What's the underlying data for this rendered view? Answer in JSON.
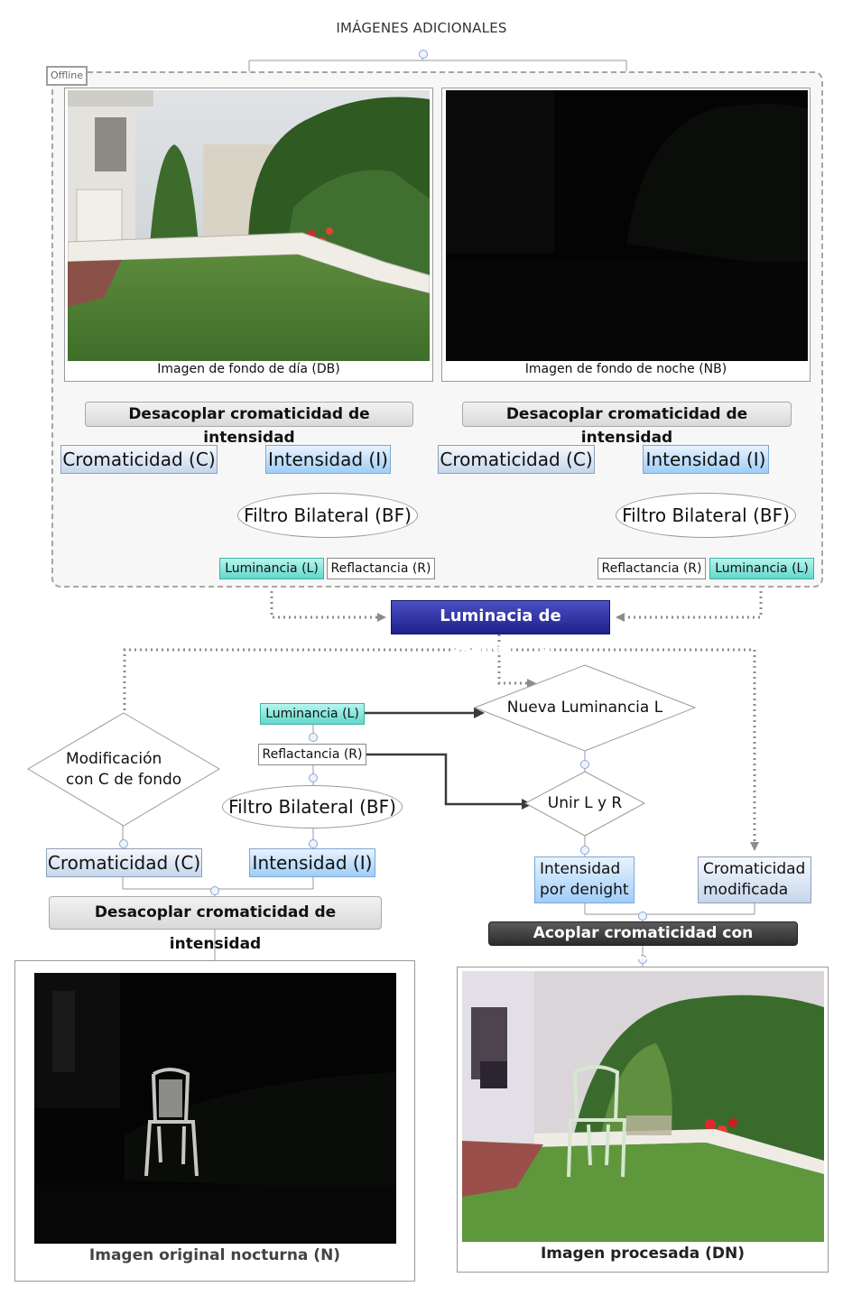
{
  "header": {
    "title": "IMÁGENES ADICIONALES"
  },
  "offline": {
    "tag": "Offline"
  },
  "day_background": {
    "caption": "Imagen de fondo de día (DB)",
    "decouple_label": "Desacoplar cromaticidad de intensidad",
    "chroma_label": "Cromaticidad (C)",
    "intensity_label": "Intensidad (I)",
    "filter_label": "Filtro Bilateral (BF)",
    "luminance_label": "Luminancia (L)",
    "reflectance_label": "Reflactancia (R)"
  },
  "night_background": {
    "caption": "Imagen de fondo de noche (NB)",
    "decouple_label": "Desacoplar cromaticidad de intensidad",
    "chroma_label": "Cromaticidad (C)",
    "intensity_label": "Intensidad (I)",
    "filter_label": "Filtro Bilateral (BF)",
    "reflectance_label": "Reflactancia (R)",
    "luminance_label": "Luminancia (L)"
  },
  "denighting": {
    "label": "Luminacia de Denigthing"
  },
  "online": {
    "modify_chroma": "Modificación con C de fondo",
    "luminance_label": "Luminancia (L)",
    "reflectance_label": "Reflactancia (R)",
    "filter_label": "Filtro Bilateral (BF)",
    "chroma_label": "Cromaticidad (C)",
    "intensity_label": "Intensidad (I)",
    "decouple_label": "Desacoplar cromaticidad de intensidad",
    "new_luminance": "Nueva Luminancia L",
    "join_lr": "Unir L y R",
    "denight_intensity": "Intensidad por denight",
    "modified_chroma": "Cromaticidad modificada",
    "couple_label": "Acoplar cromaticidad con intensidad"
  },
  "outputs": {
    "original_caption": "Imagen original nocturna (N)",
    "processed_caption": "Imagen procesada (DN)"
  },
  "colors": {
    "navy": "#1f218a",
    "teal": "#63d8cc",
    "light_blue": "#9fcdf7",
    "connector": "#8c8c8c"
  }
}
